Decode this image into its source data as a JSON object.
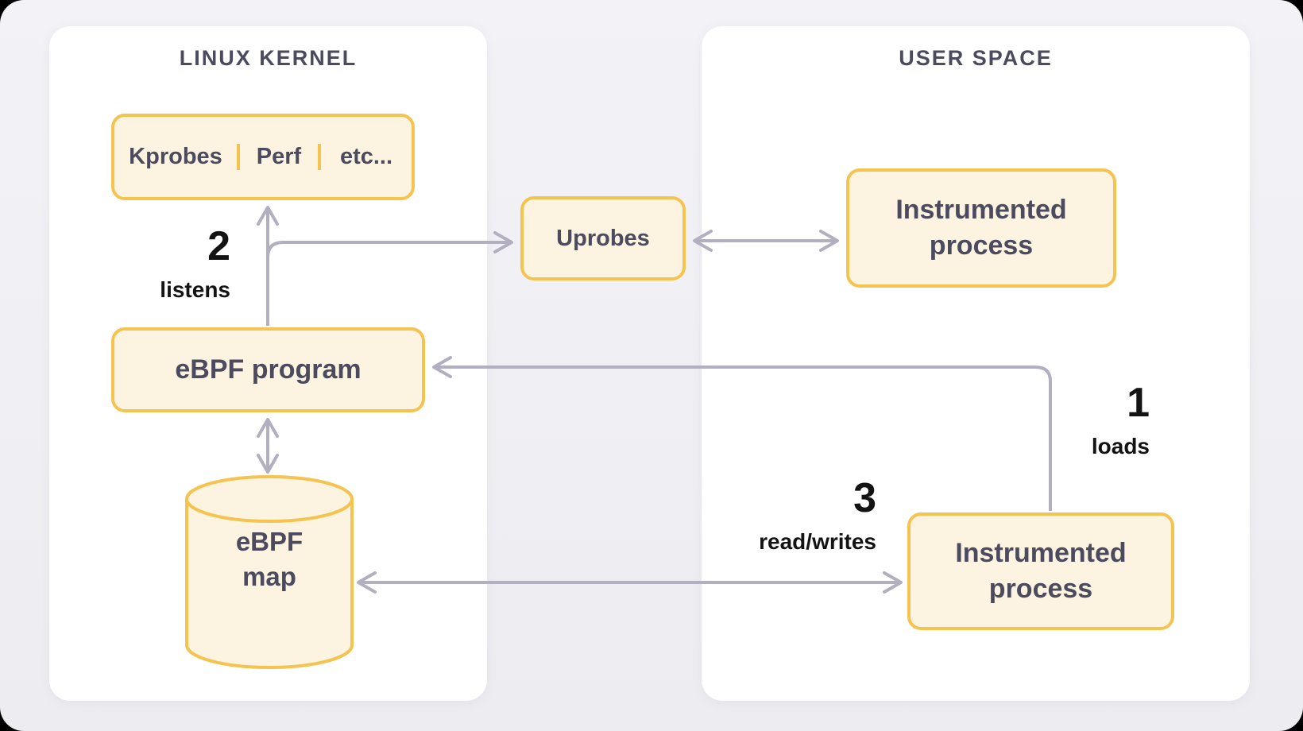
{
  "diagram": {
    "kernel_panel": {
      "title": "LINUX KERNEL",
      "probes": [
        {
          "label": "Kprobes"
        },
        {
          "label": "Perf"
        },
        {
          "label": "etc..."
        }
      ],
      "ebpf_program_label": "eBPF program",
      "ebpf_map_label": "eBPF map"
    },
    "user_panel": {
      "title": "USER SPACE",
      "instrumented_top_label": "Instrumented process",
      "instrumented_bottom_label": "Instrumented process"
    },
    "uprobes_label": "Uprobes",
    "steps": [
      {
        "number": "1",
        "label": "loads"
      },
      {
        "number": "2",
        "label": "listens"
      },
      {
        "number": "3",
        "label": "read/writes"
      }
    ]
  },
  "colors": {
    "canvas-bg-top": "#f3f2f6",
    "canvas-bg-bottom": "#ededf1",
    "panel-bg": "#ffffff",
    "accent-border": "#f5c350",
    "box-fill": "#fcf4e0",
    "box-text": "#4b4a5f",
    "title-text": "#4b4a5f",
    "arrow": "#b1afc0",
    "label-text": "#131313"
  }
}
